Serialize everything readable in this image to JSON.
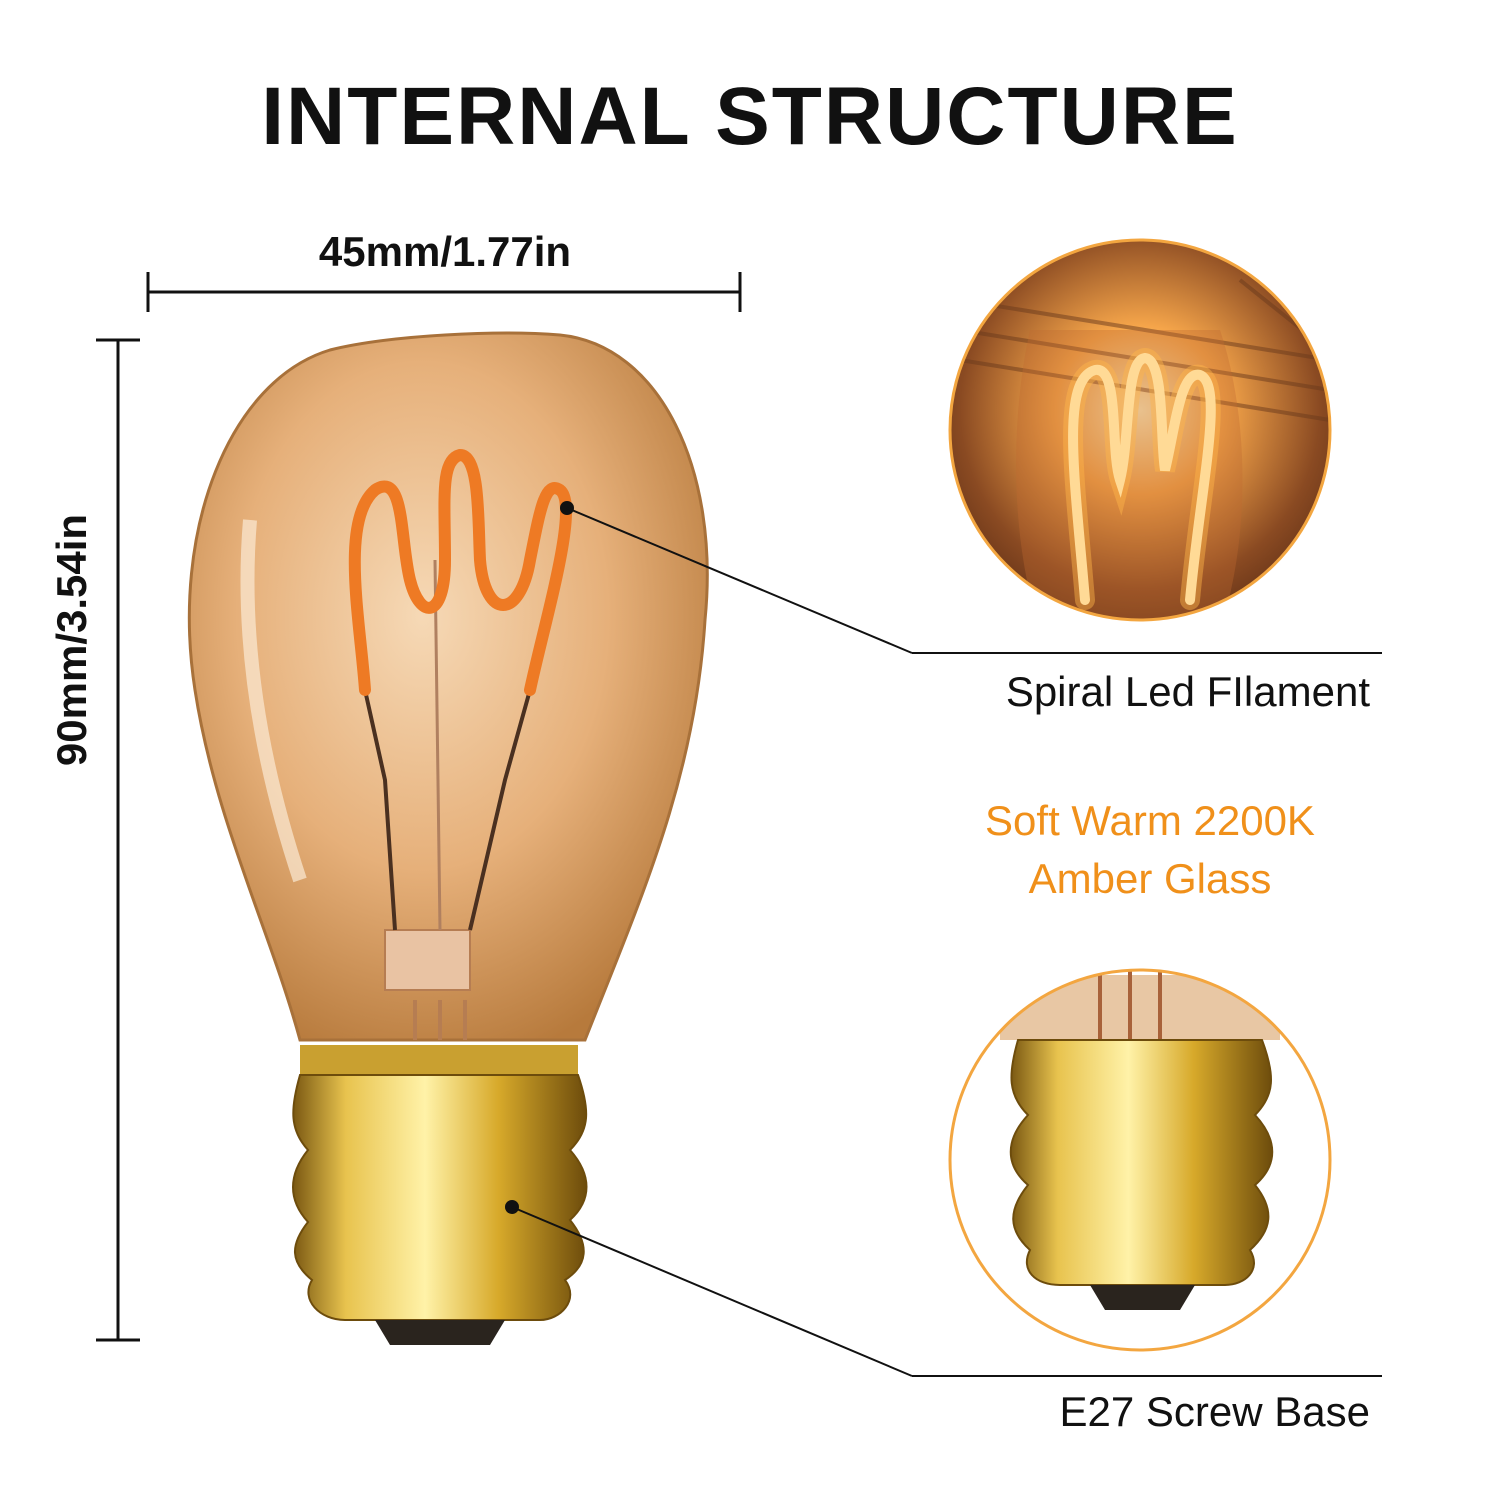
{
  "title": "INTERNAL STRUCTURE",
  "dimensions": {
    "width": "45mm/1.77in",
    "height": "90mm/3.54in"
  },
  "callouts": {
    "filament": "Spiral Led FIlament",
    "base": "E27 Screw Base"
  },
  "features": {
    "line1": "Soft Warm 2200K",
    "line2": "Amber Glass"
  },
  "colors": {
    "accent": "#f0901a",
    "text": "#111111"
  }
}
